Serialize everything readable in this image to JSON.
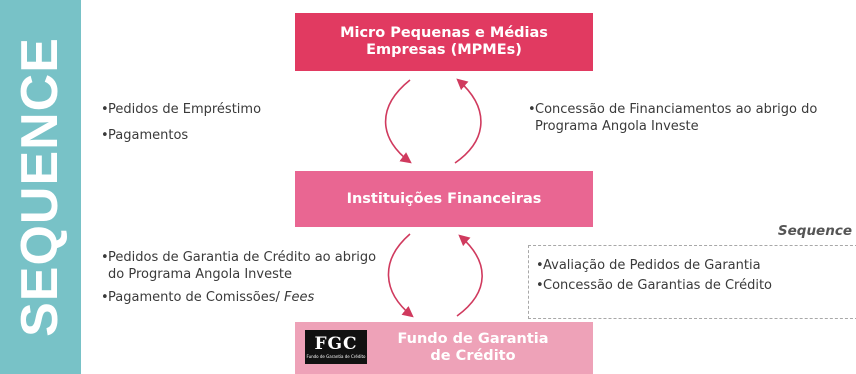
{
  "side_title": "SEQUENCE",
  "boxes": {
    "mpmes": "Micro Pequenas e Médias Empresas (MPMEs)",
    "institutions": "Instituições Financeiras",
    "fund": "Fundo de Garantia de Crédito"
  },
  "fgc_logo": {
    "mark": "FGC",
    "subtitle": "Fundo de Garantia de Crédito"
  },
  "top_left_items": [
    "Pedidos de Empréstimo",
    "Pagamentos"
  ],
  "top_right_items": [
    "Concessão de Financiamentos ao abrigo do Programa Angola Investe"
  ],
  "mid_left_items": [
    {
      "text": "Pedidos de Garantia de Crédito ao abrigo do Programa Angola Investe"
    },
    {
      "text": "Pagamento de Comissões/ ",
      "emph": "Fees"
    }
  ],
  "sequence_label": "Sequence",
  "mid_right_items": [
    "Avaliação de Pedidos de Garantia",
    "Concessão de Garantias de Crédito"
  ],
  "colors": {
    "side_band": "#78c2c7",
    "box_mpmes": "#e13a61",
    "box_institutions": "#e96692",
    "box_fund": "#eea2b8",
    "arrow": "#d03a5e"
  }
}
